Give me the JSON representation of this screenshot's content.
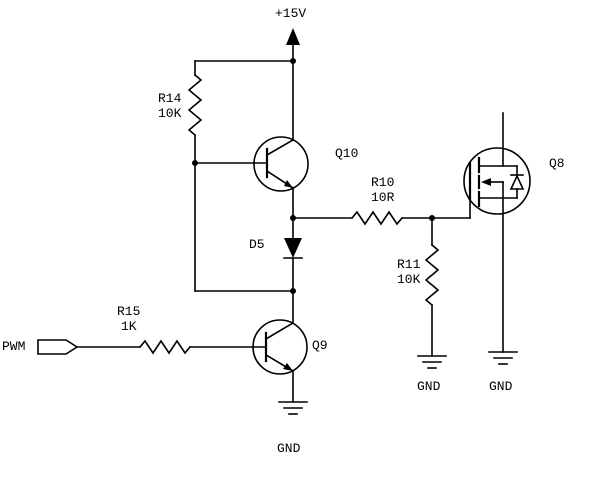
{
  "diagram": {
    "kind": "circuit-schematic",
    "background_color": "#ffffff",
    "line_color": "#000000",
    "labels": {
      "vcc": "+15V",
      "r14_name": "R14",
      "r14_value": "10K",
      "q10_name": "Q10",
      "r10_name": "R10",
      "r10_value": "10R",
      "q8_name": "Q8",
      "d5_name": "D5",
      "r11_name": "R11",
      "r11_value": "10K",
      "r15_name": "R15",
      "r15_value": "1K",
      "pwm_name": "PWM",
      "q9_name": "Q9",
      "gnd_q9": "GND",
      "gnd_r11": "GND",
      "gnd_q8": "GND"
    },
    "components": [
      {
        "ref": "R14",
        "value": "10K",
        "type": "resistor"
      },
      {
        "ref": "R15",
        "value": "1K",
        "type": "resistor"
      },
      {
        "ref": "R10",
        "value": "10R",
        "type": "resistor"
      },
      {
        "ref": "R11",
        "value": "10K",
        "type": "resistor"
      },
      {
        "ref": "D5",
        "type": "diode"
      },
      {
        "ref": "Q9",
        "type": "npn-transistor"
      },
      {
        "ref": "Q10",
        "type": "npn-transistor"
      },
      {
        "ref": "Q8",
        "type": "n-channel-mosfet-with-body-diode"
      }
    ],
    "nets": {
      "supply": "+15V",
      "input": "PWM",
      "ground_labels": [
        "GND",
        "GND",
        "GND"
      ]
    }
  }
}
